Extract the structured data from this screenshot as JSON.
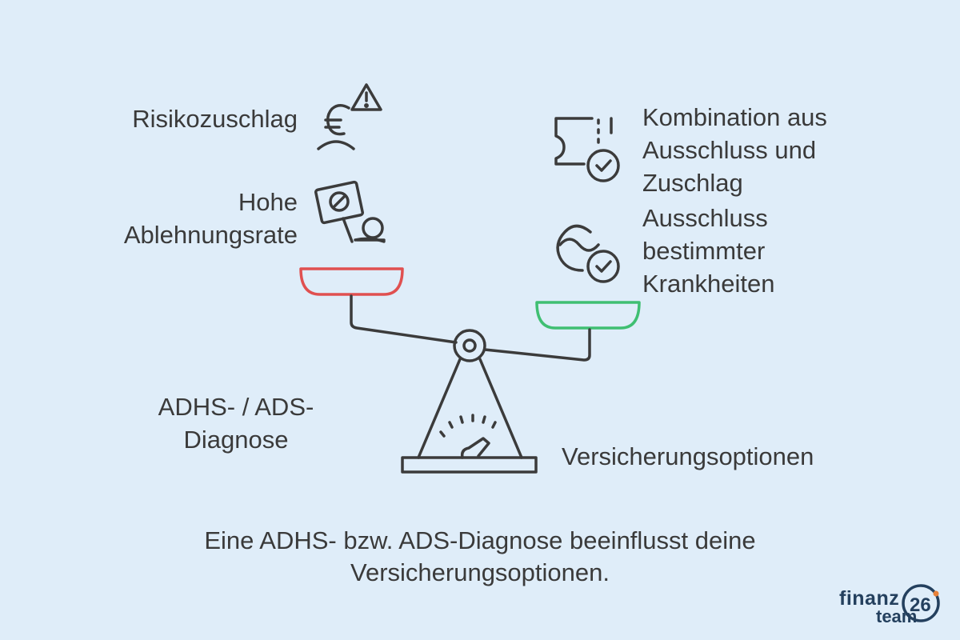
{
  "left_items": {
    "risk_surcharge": "Risikozuschlag",
    "high_rejection_line1": "Hohe",
    "high_rejection_line2": "Ablehnungsrate"
  },
  "right_items": {
    "combination_line1": "Kombination aus",
    "combination_line2": "Ausschluss und",
    "combination_line3": "Zuschlag",
    "exclusion_line1": "Ausschluss",
    "exclusion_line2": "bestimmter",
    "exclusion_line3": "Krankheiten"
  },
  "scale_labels": {
    "diagnosis_line1": "ADHS- / ADS-",
    "diagnosis_line2": "Diagnose",
    "options": "Versicherungsoptionen"
  },
  "caption": {
    "line1": "Eine ADHS- bzw. ADS-Diagnose beeinflusst deine",
    "line2": "Versicherungsoptionen."
  },
  "logo": {
    "word1": "finanz",
    "word2": "team",
    "number": "26"
  },
  "colors": {
    "background": "#dfedf9",
    "stroke": "#3b3b3b",
    "left_pan": "#e05050",
    "right_pan": "#3fbf72",
    "logo_dark": "#24405e",
    "logo_accent": "#e8823a"
  },
  "icons": [
    "euro-person-warning-icon",
    "rejection-sign-icon",
    "ticket-check-icon",
    "disease-check-icon",
    "scale-icon"
  ]
}
